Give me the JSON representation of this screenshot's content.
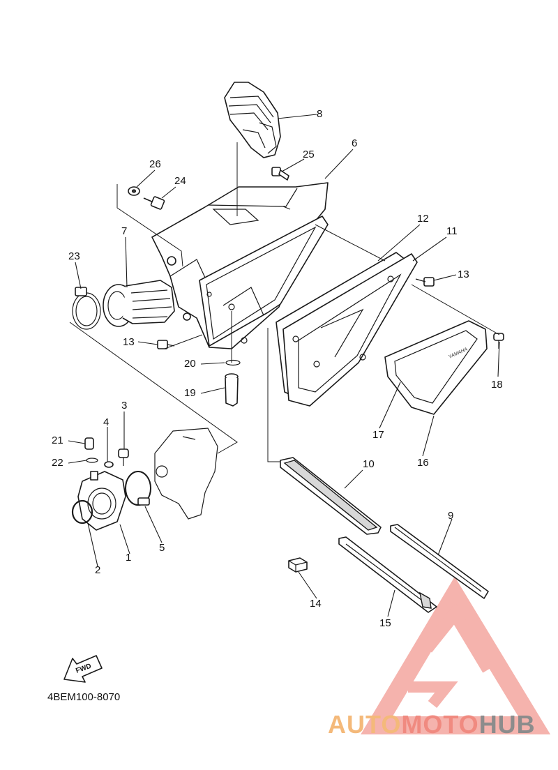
{
  "diagram": {
    "drawing_code": "4BEM100-8070",
    "fwd_label": "FWD",
    "cover_brand": "YAMAHA",
    "callouts": [
      "1",
      "2",
      "3",
      "4",
      "5",
      "6",
      "7",
      "8",
      "9",
      "10",
      "11",
      "12",
      "13",
      "13",
      "14",
      "15",
      "16",
      "17",
      "18",
      "19",
      "20",
      "21",
      "22",
      "23",
      "24",
      "25",
      "26"
    ]
  },
  "watermark": {
    "part1": "AUTO",
    "part2": "MOTO",
    "part3": "HUB",
    "colors": {
      "orange": "#f4b97a",
      "red": "#f08a80",
      "gray": "#8c8c8c"
    }
  }
}
